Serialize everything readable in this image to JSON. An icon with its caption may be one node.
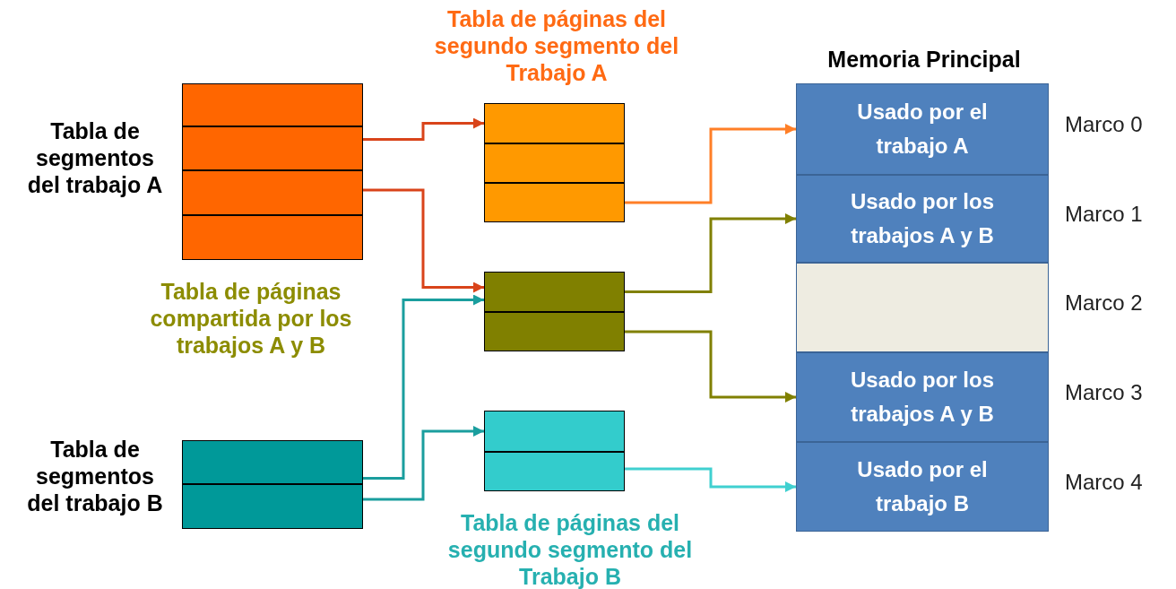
{
  "diagram": {
    "nodes": [
      {
        "text": [
          "Tabla de segmentos del trabajo A"
        ]
      },
      {
        "text": [],
        "shape": "box",
        "in": 0
      },
      {
        "text": [],
        "shape": "box",
        "in": 0
      },
      {
        "text": [],
        "shape": "box",
        "in": 0
      },
      {
        "text": [],
        "shape": "box",
        "in": 0
      },
      {
        "text": [
          "Tabla de páginas del segundo segmento del Trabajo A"
        ]
      },
      {
        "text": [],
        "shape": "box",
        "in": 5
      },
      {
        "text": [],
        "shape": "box",
        "in": 5
      },
      {
        "text": [],
        "shape": "box",
        "in": 5
      },
      {
        "text": [],
        "shape": "box"
      },
      {
        "text": [],
        "shape": "box",
        "in": 9
      },
      {
        "text": [],
        "shape": "box",
        "in": 9
      },
      {
        "text": [
          "Tabla de segmentos del trabajo B"
        ]
      },
      {
        "text": [],
        "shape": "box",
        "in": 12
      },
      {
        "text": [],
        "shape": "box",
        "in": 12
      },
      {
        "text": [
          "Tabla de páginas del segundo segmento del Trabajo B"
        ]
      },
      {
        "text": [],
        "shape": "box",
        "in": 15
      },
      {
        "text": [],
        "shape": "box",
        "in": 15
      },
      {
        "text": [
          "Memoria Principal"
        ]
      },
      {
        "text": [
          "Usado por el trabajo A"
        ],
        "in": 18,
        "beside": [
          "Marco 0"
        ]
      },
      {
        "text": [
          "Usado por los trabajos A y B"
        ],
        "in": 18,
        "beside": [
          "Marco 1"
        ]
      },
      {
        "text": [],
        "shape": "box",
        "in": 18,
        "beside": [
          "Marco 2"
        ]
      },
      {
        "text": [
          "Usado por los trabajos A y B"
        ],
        "in": 18,
        "beside": [
          "Marco 3"
        ]
      },
      {
        "text": [
          "Usado por el trabajo B"
        ],
        "in": 18,
        "beside": [
          "Marco 4"
        ]
      }
    ],
    "edges": [
      {
        "from": 2,
        "to": 6,
        "arrow": "to",
        "color": "#d9441a"
      },
      {
        "from": 3,
        "to": 10,
        "arrow": "to",
        "color": "#d9441a"
      },
      {
        "from": 8,
        "to": 19,
        "arrow": "to",
        "color": "#ff7f27"
      },
      {
        "from": 10,
        "to": 20,
        "arrow": "to",
        "color": "#808000"
      },
      {
        "from": 11,
        "to": 22,
        "arrow": "to",
        "color": "#808000"
      },
      {
        "from": 13,
        "to": 10,
        "arrow": "to",
        "color": "#1a9e9e"
      },
      {
        "from": 14,
        "to": 16,
        "arrow": "to",
        "color": "#1a9e9e"
      },
      {
        "from": 17,
        "to": 23,
        "arrow": "to",
        "color": "#40d0d0"
      }
    ],
    "labels": [
      "Tabla de páginas compartida por los trabajos A y B"
    ]
  }
}
